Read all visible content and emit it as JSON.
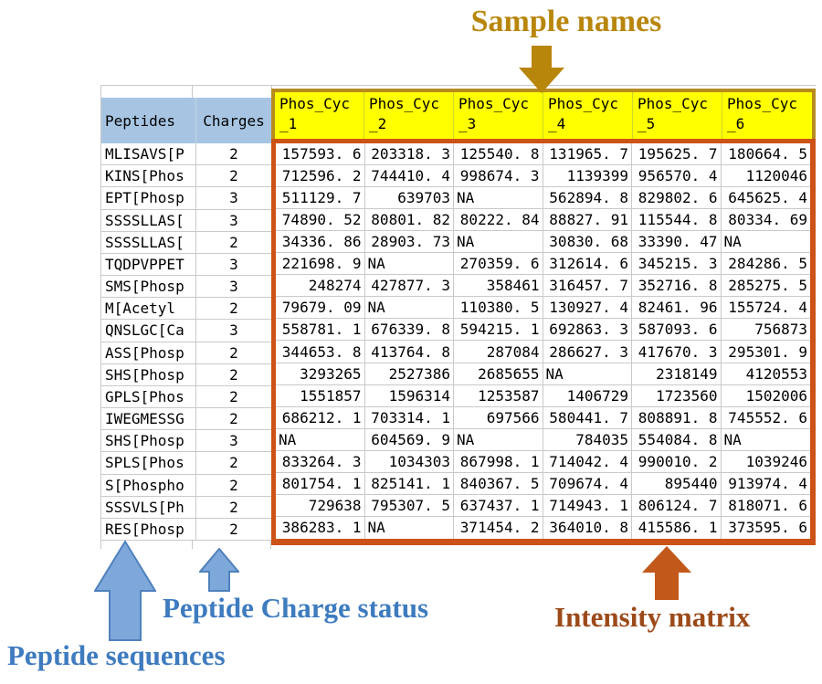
{
  "annotations": {
    "sample_names": "Sample names",
    "peptide_charge_status": "Peptide Charge status",
    "peptide_sequences": "Peptide sequences",
    "intensity_matrix": "Intensity matrix"
  },
  "colors": {
    "blue_header_bg": "#A7C5E3",
    "yellow_header_bg": "#FFFF00",
    "yellow_box_border": "#B78B1D",
    "red_box_border": "#CC5217",
    "gold_text": "#B8860B",
    "blue_text": "#3E7BBF",
    "rust_text": "#9C4A1A",
    "blue_arrow_fill": "#7FA8DA",
    "blue_arrow_stroke": "#4E81BD",
    "orange_arrow_fill": "#C2591B",
    "gold_arrow_fill": "#B8860B",
    "gridline": "#C9C9C9"
  },
  "table": {
    "left_headers": {
      "peptides": "Peptides",
      "charges": "Charges"
    },
    "sample_headers": [
      {
        "label_line1": "Phos_Cyc",
        "label_line2": "_1"
      },
      {
        "label_line1": "Phos_Cyc",
        "label_line2": "_2"
      },
      {
        "label_line1": "Phos_Cyc",
        "label_line2": "_3"
      },
      {
        "label_line1": "Phos_Cyc",
        "label_line2": "_4"
      },
      {
        "label_line1": "Phos_Cyc",
        "label_line2": "_5"
      },
      {
        "label_line1": "Phos_Cyc",
        "label_line2": "_6"
      }
    ],
    "rows": [
      {
        "peptide": "MLISAVS[P",
        "charge": "2",
        "values": [
          "157593. 6",
          "203318. 3",
          "125540. 8",
          "131965. 7",
          "195625. 7",
          "180664. 5"
        ]
      },
      {
        "peptide": "KINS[Phos",
        "charge": "2",
        "values": [
          "712596. 2",
          "744410. 4",
          "998674. 3",
          "1139399",
          "956570. 4",
          "1120046"
        ]
      },
      {
        "peptide": "EPT[Phosp",
        "charge": "3",
        "values": [
          "511129. 7",
          "639703",
          "NA",
          "562894. 8",
          "829802. 6",
          "645625. 4"
        ]
      },
      {
        "peptide": "SSSSLLAS[",
        "charge": "3",
        "values": [
          "74890. 52",
          "80801. 82",
          "80222. 84",
          "88827. 91",
          "115544. 8",
          "80334. 69"
        ]
      },
      {
        "peptide": "SSSSLLAS[",
        "charge": "2",
        "values": [
          "34336. 86",
          "28903. 73",
          "NA",
          "30830. 68",
          "33390. 47",
          "NA"
        ]
      },
      {
        "peptide": "TQDPVPPET",
        "charge": "3",
        "values": [
          "221698. 9",
          "NA",
          "270359. 6",
          "312614. 6",
          "345215. 3",
          "284286. 5"
        ]
      },
      {
        "peptide": "SMS[Phosp",
        "charge": "3",
        "values": [
          "248274",
          "427877. 3",
          "358461",
          "316457. 7",
          "352716. 8",
          "285275. 5"
        ]
      },
      {
        "peptide": "M[Acetyl",
        "charge": "2",
        "values": [
          "79679. 09",
          "NA",
          "110380. 5",
          "130927. 4",
          "82461. 96",
          "155724. 4"
        ]
      },
      {
        "peptide": "QNSLGC[Ca",
        "charge": "3",
        "values": [
          "558781. 1",
          "676339. 8",
          "594215. 1",
          "692863. 3",
          "587093. 6",
          "756873"
        ]
      },
      {
        "peptide": "ASS[Phosp",
        "charge": "2",
        "values": [
          "344653. 8",
          "413764. 8",
          "287084",
          "286627. 3",
          "417670. 3",
          "295301. 9"
        ]
      },
      {
        "peptide": "SHS[Phosp",
        "charge": "2",
        "values": [
          "3293265",
          "2527386",
          "2685655",
          "NA",
          "2318149",
          "4120553"
        ]
      },
      {
        "peptide": "GPLS[Phos",
        "charge": "2",
        "values": [
          "1551857",
          "1596314",
          "1253587",
          "1406729",
          "1723560",
          "1502006"
        ]
      },
      {
        "peptide": "IWEGMESSG",
        "charge": "2",
        "values": [
          "686212. 1",
          "703314. 1",
          "697566",
          "580441. 7",
          "808891. 8",
          "745552. 6"
        ]
      },
      {
        "peptide": "SHS[Phosp",
        "charge": "3",
        "values": [
          "NA",
          "604569. 9",
          "NA",
          "784035",
          "554084. 8",
          "NA"
        ]
      },
      {
        "peptide": "SPLS[Phos",
        "charge": "2",
        "values": [
          "833264. 3",
          "1034303",
          "867998. 1",
          "714042. 4",
          "990010. 2",
          "1039246"
        ]
      },
      {
        "peptide": "S[Phospho",
        "charge": "2",
        "values": [
          "801754. 1",
          "825141. 1",
          "840367. 5",
          "709674. 4",
          "895440",
          "913974. 4"
        ]
      },
      {
        "peptide": "SSSVLS[Ph",
        "charge": "2",
        "values": [
          "729638",
          "795307. 5",
          "637437. 1",
          "714943. 1",
          "806124. 7",
          "818071. 6"
        ]
      },
      {
        "peptide": "RES[Phosp",
        "charge": "2",
        "values": [
          "386283. 1",
          "NA",
          "371454. 2",
          "364010. 8",
          "415586. 1",
          "373595. 6"
        ]
      }
    ]
  }
}
